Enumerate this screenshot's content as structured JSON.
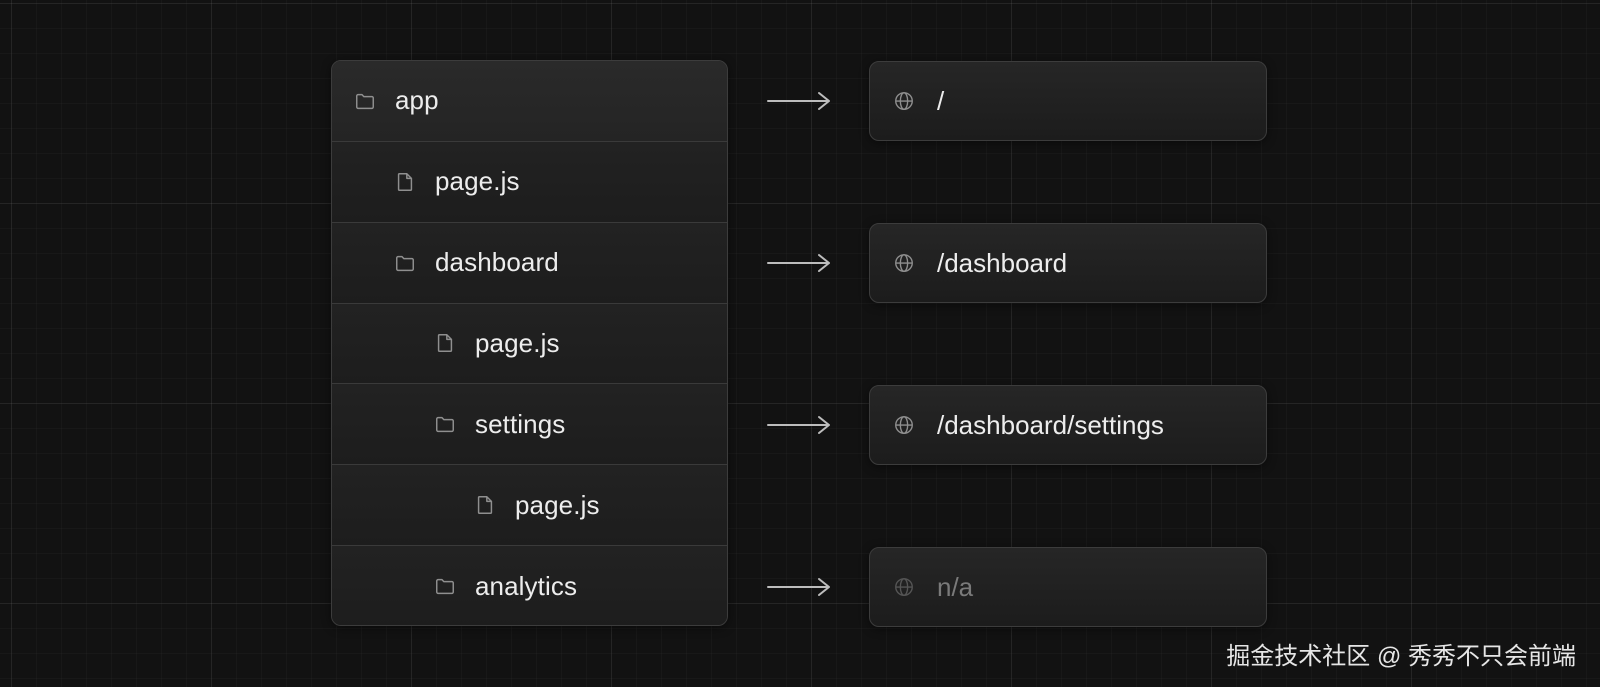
{
  "tree": [
    {
      "label": "app",
      "type": "folder",
      "level": 0
    },
    {
      "label": "page.js",
      "type": "file",
      "level": 1
    },
    {
      "label": "dashboard",
      "type": "folder",
      "level": 1
    },
    {
      "label": "page.js",
      "type": "file",
      "level": 2
    },
    {
      "label": "settings",
      "type": "folder",
      "level": 2
    },
    {
      "label": "page.js",
      "type": "file",
      "level": 3
    },
    {
      "label": "analytics",
      "type": "folder",
      "level": 2
    }
  ],
  "routes": [
    {
      "label": "/",
      "icon": "globe-icon",
      "muted": false
    },
    {
      "label": "/dashboard",
      "icon": "globe-icon",
      "muted": false
    },
    {
      "label": "/dashboard/settings",
      "icon": "globe-icon",
      "muted": false
    },
    {
      "label": "n/a",
      "icon": "globe-icon",
      "muted": true
    }
  ],
  "watermark": "掘金技术社区 @ 秀秀不只会前端",
  "colors": {
    "background": "#121212",
    "panel": "#1e1e1e",
    "border": "#3c3c3c",
    "text": "#ededed",
    "muted_text": "#7a7a7a",
    "icon": "#8f8f8f",
    "arrow": "#bdbdbd"
  }
}
